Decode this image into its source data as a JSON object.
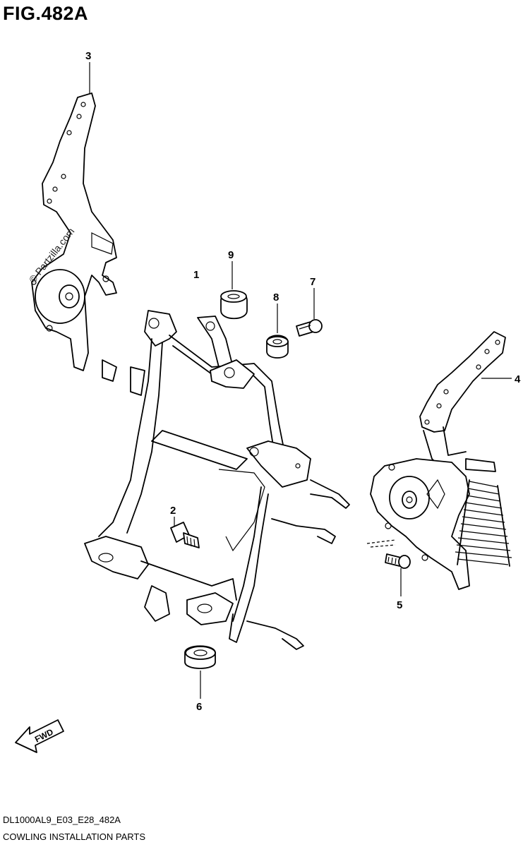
{
  "figure": {
    "title": "FIG.482A"
  },
  "callouts": [
    {
      "id": "1",
      "label": "1"
    },
    {
      "id": "2",
      "label": "2"
    },
    {
      "id": "3",
      "label": "3"
    },
    {
      "id": "4",
      "label": "4"
    },
    {
      "id": "5",
      "label": "5"
    },
    {
      "id": "6",
      "label": "6"
    },
    {
      "id": "7",
      "label": "7"
    },
    {
      "id": "8",
      "label": "8"
    },
    {
      "id": "9",
      "label": "9"
    }
  ],
  "watermark": "© Partzilla.com",
  "direction_indicator": "FWD",
  "footer": {
    "code": "DL1000AL9_E03_E28_482A",
    "name": "COWLING INSTALLATION PARTS"
  }
}
